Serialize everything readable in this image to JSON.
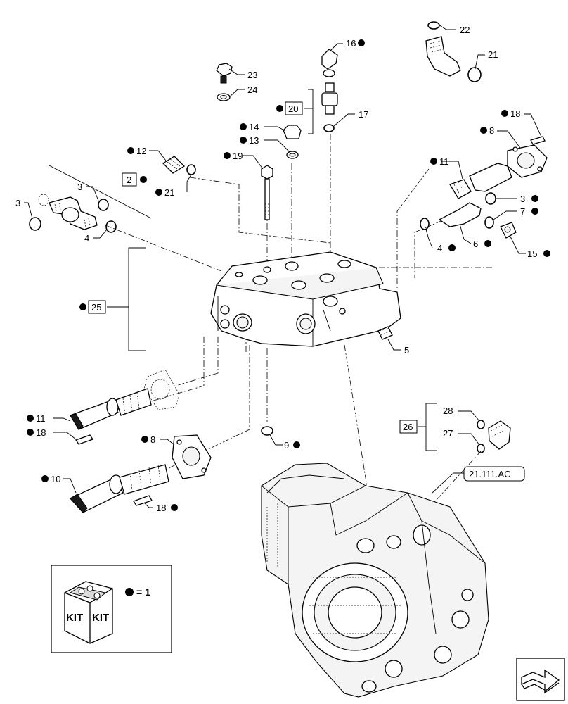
{
  "callouts": [
    {
      "id": "c1",
      "label": "22",
      "dot": false
    },
    {
      "id": "c2",
      "label": "21",
      "dot": false
    },
    {
      "id": "c3",
      "label": "16",
      "dot": true
    },
    {
      "id": "c4",
      "label": "23",
      "dot": false
    },
    {
      "id": "c5",
      "label": "24",
      "dot": false
    },
    {
      "id": "c6",
      "label": "17",
      "dot": false
    },
    {
      "id": "c7",
      "label": "18",
      "dot": true
    },
    {
      "id": "c8",
      "label": "8",
      "dot": true
    },
    {
      "id": "c9",
      "label": "14",
      "dot": true
    },
    {
      "id": "c10",
      "label": "13",
      "dot": true
    },
    {
      "id": "c11",
      "label": "12",
      "dot": true
    },
    {
      "id": "c12",
      "label": "19",
      "dot": true
    },
    {
      "id": "c13",
      "label": "11",
      "dot": true
    },
    {
      "id": "c14",
      "label": "21",
      "dot": true
    },
    {
      "id": "c15",
      "label": "3",
      "dot": false
    },
    {
      "id": "c16",
      "label": "3",
      "dot": false
    },
    {
      "id": "c17",
      "label": "4",
      "dot": false
    },
    {
      "id": "c18",
      "label": "3",
      "dot": true
    },
    {
      "id": "c19",
      "label": "7",
      "dot": true
    },
    {
      "id": "c20",
      "label": "4",
      "dot": true
    },
    {
      "id": "c21",
      "label": "6",
      "dot": true
    },
    {
      "id": "c22",
      "label": "15",
      "dot": true
    },
    {
      "id": "c23",
      "label": "5",
      "dot": false
    },
    {
      "id": "c24",
      "label": "11",
      "dot": true
    },
    {
      "id": "c25",
      "label": "18",
      "dot": true
    },
    {
      "id": "c26",
      "label": "8",
      "dot": true
    },
    {
      "id": "c27",
      "label": "9",
      "dot": true
    },
    {
      "id": "c28",
      "label": "10",
      "dot": true
    },
    {
      "id": "c29",
      "label": "18",
      "dot": true
    },
    {
      "id": "c30",
      "label": "28",
      "dot": false
    },
    {
      "id": "c31",
      "label": "27",
      "dot": false
    }
  ],
  "boxed_callouts": [
    {
      "id": "b1",
      "label": "20",
      "dot": true
    },
    {
      "id": "b2",
      "label": "2",
      "dot": true
    },
    {
      "id": "b3",
      "label": "25",
      "dot": true
    },
    {
      "id": "b4",
      "label": "26",
      "dot": false
    }
  ],
  "reference_label": "21.111.AC",
  "legend": {
    "kit_label_1": "KIT",
    "kit_label_2": "KIT",
    "equals_text": "= 1"
  },
  "colors": {
    "line": "#000000",
    "background": "#ffffff"
  },
  "icons": [
    "kit-box-icon",
    "next-page-arrow-icon",
    "bullet-dot-icon"
  ]
}
